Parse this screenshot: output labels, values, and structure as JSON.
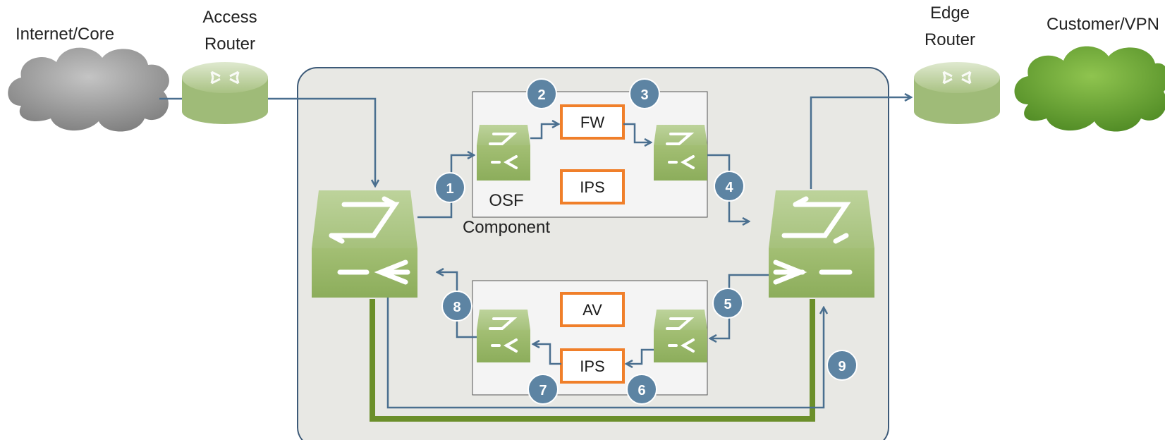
{
  "labels": {
    "internet_core": "Internet/Core",
    "access_router_line1": "Access",
    "access_router_line2": "Router",
    "edge_router_line1": "Edge",
    "edge_router_line2": "Router",
    "customer_vpn": "Customer/VPN",
    "osf": "OSF",
    "component": "Component"
  },
  "service_boxes": {
    "fw": "FW",
    "ips_top": "IPS",
    "av": "AV",
    "ips_bottom": "IPS"
  },
  "steps": [
    "1",
    "2",
    "3",
    "4",
    "5",
    "6",
    "7",
    "8",
    "9"
  ],
  "colors": {
    "cloud_gray": "#9a9a9a",
    "cloud_green": "#6fa83a",
    "router_green": "#b4cc94",
    "switch_green": "#a8c47c",
    "arrow_blue": "#4a6f8f",
    "badge_blue": "#5d84a3",
    "service_orange": "#f07f2a",
    "bypass_green": "#6b8f2a",
    "enclosure_fill": "#e8e8e4",
    "enclosure_stroke": "#3d5a78"
  }
}
